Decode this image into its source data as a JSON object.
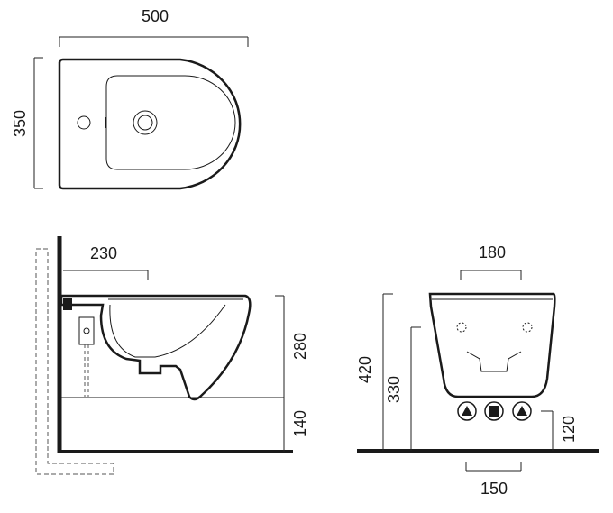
{
  "dimensions": {
    "top_width": "500",
    "top_depth": "350",
    "side_projection": "230",
    "side_height": "280",
    "side_floor_height": "140",
    "front_top_width": "180",
    "front_overall_height": "420",
    "front_inlet_height": "330",
    "front_connection_height": "120",
    "front_connection_spacing": "150"
  },
  "icons": {
    "left_connector": "triangle-up-icon",
    "center_connector": "square-icon",
    "right_connector": "triangle-up-icon"
  },
  "colors": {
    "line": "#1a1a1a",
    "background": "#ffffff"
  }
}
